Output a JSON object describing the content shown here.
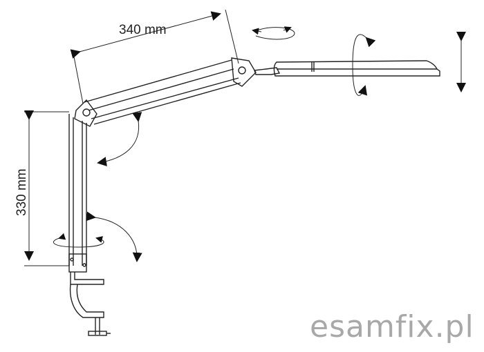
{
  "dimensions": {
    "upper_arm_length": "340 mm",
    "lower_arm_length": "330 mm"
  },
  "watermark": "esamfix.pl",
  "colors": {
    "line": "#222222",
    "watermark": "#a8a8a8"
  }
}
